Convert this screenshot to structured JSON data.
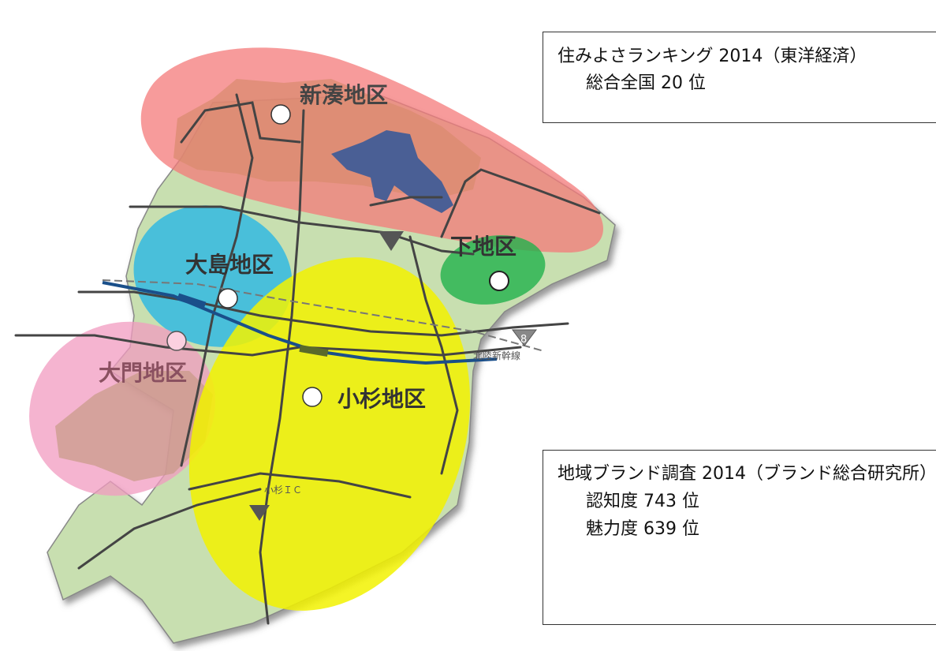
{
  "districts": {
    "shinminato": "新湊地区",
    "oshima": "大島地区",
    "shimo": "下地区",
    "daimon": "大門地区",
    "kosugi": "小杉地区"
  },
  "map_labels": {
    "interchange": "小杉ＩＣ",
    "shinkansen": "北陸新幹線",
    "route_8": "8"
  },
  "colors": {
    "shinminato": "#f47a7a",
    "oshima": "#1fb4e8",
    "shimo": "#22b14c",
    "daimon": "#f29bc0",
    "kosugi": "#f2f200",
    "land": "#c8dfb0",
    "water": "#4a5f95"
  },
  "ranking_box": {
    "title": "住みよさランキング 2014（東洋経済）",
    "line": "総合全国 20 位"
  },
  "brand_box": {
    "title": "地域ブランド調査 2014（ブランド総合研究所）",
    "recognition": "認知度 743 位",
    "attractiveness": "魅力度 639 位"
  }
}
